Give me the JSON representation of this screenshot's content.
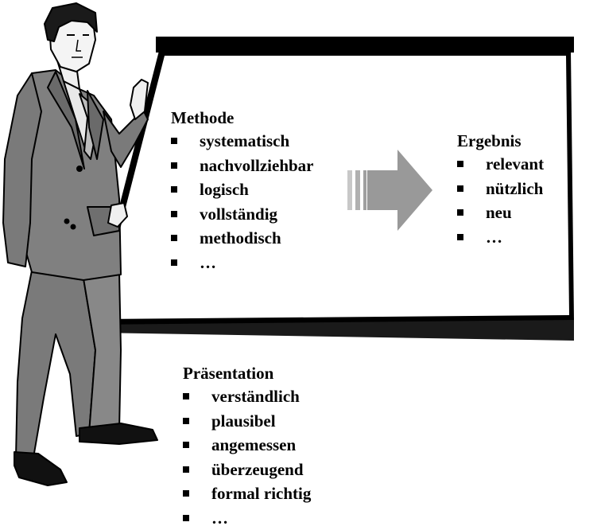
{
  "methode": {
    "title": "Methode",
    "items": [
      "systematisch",
      "nachvollziehbar",
      "logisch",
      "vollständig",
      "methodisch",
      "…"
    ]
  },
  "ergebnis": {
    "title": "Ergebnis",
    "items": [
      "relevant",
      "nützlich",
      "neu",
      "…"
    ]
  },
  "praesentation": {
    "title": "Präsentation",
    "items": [
      "verständlich",
      "plausibel",
      "angemessen",
      "überzeugend",
      "formal richtig",
      "…"
    ]
  },
  "colors": {
    "suit": "#808080",
    "suit_dark": "#5f5f5f",
    "arrow": "#9a9a9a",
    "board": "#ffffff",
    "frame": "#000000"
  },
  "icons": [
    "presenter-figure",
    "flipchart-board",
    "right-arrow-icon"
  ]
}
